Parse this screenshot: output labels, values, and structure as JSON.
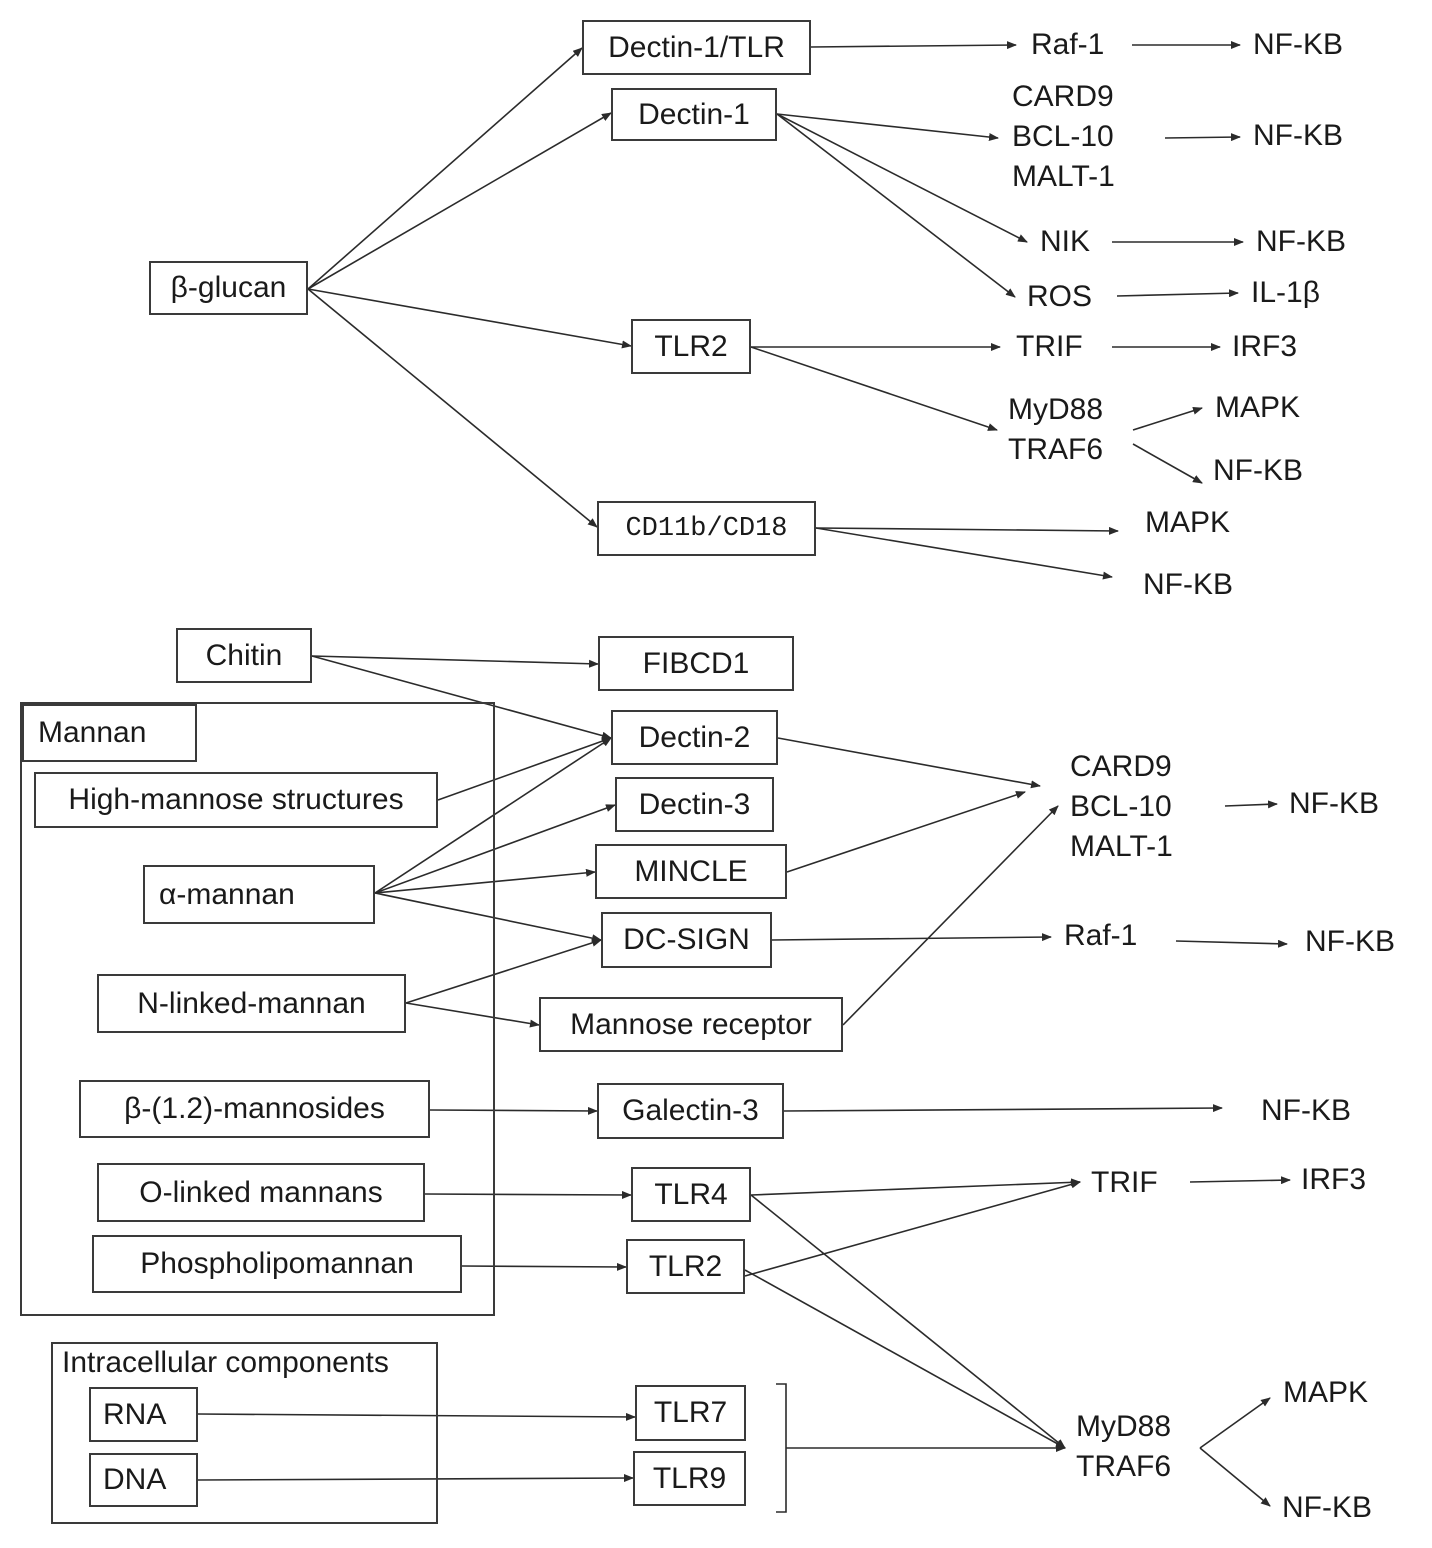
{
  "sources": {
    "beta_glucan": "β-glucan",
    "chitin": "Chitin",
    "mannan_group": "Mannan",
    "high_mannose": "High-mannose structures",
    "alpha_mannan": "α-mannan",
    "n_linked_mannan": "N-linked-mannan",
    "beta_mannosides": "β-(1.2)-mannosides",
    "o_linked_mannans": "O-linked mannans",
    "phospholipomannan": "Phospholipomannan",
    "intracellular_group": "Intracellular components",
    "rna": "RNA",
    "dna": "DNA"
  },
  "receptors": {
    "dectin1_tlr": "Dectin-1/TLR",
    "dectin1": "Dectin-1",
    "tlr2_top": "TLR2",
    "cd11b_cd18": "CD11b/CD18",
    "fibcd1": "FIBCD1",
    "dectin2": "Dectin-2",
    "dectin3": "Dectin-3",
    "mincle": "MINCLE",
    "dc_sign": "DC-SIGN",
    "mannose_receptor": "Mannose receptor",
    "galectin3": "Galectin-3",
    "tlr4": "TLR4",
    "tlr2_bottom": "TLR2",
    "tlr7": "TLR7",
    "tlr9": "TLR9"
  },
  "adaptors": {
    "raf1_top": "Raf-1",
    "card9_top": [
      "CARD9",
      "BCL-10",
      "MALT-1"
    ],
    "nik": "NIK",
    "ros": "ROS",
    "trif_top": "TRIF",
    "myd88_top": [
      "MyD88",
      "TRAF6"
    ],
    "card9_bottom": [
      "CARD9",
      "BCL-10",
      "MALT-1"
    ],
    "raf1_bottom": "Raf-1",
    "trif_bottom": "TRIF",
    "myd88_bottom": [
      "MyD88",
      "TRAF6"
    ]
  },
  "outputs": {
    "nfkb_1": "NF-KB",
    "nfkb_2": "NF-KB",
    "nfkb_3": "NF-KB",
    "il1b": "IL-1β",
    "irf3_top": "IRF3",
    "mapk_1": "MAPK",
    "nfkb_4": "NF-KB",
    "mapk_2": "MAPK",
    "nfkb_5": "NF-KB",
    "nfkb_6": "NF-KB",
    "nfkb_7": "NF-KB",
    "nfkb_8": "NF-KB",
    "irf3_bottom": "IRF3",
    "mapk_3": "MAPK",
    "nfkb_9": "NF-KB"
  },
  "colors": {
    "line": "#2b2b2b",
    "box_border": "#3a3a3a",
    "text": "#1a1a1a"
  }
}
